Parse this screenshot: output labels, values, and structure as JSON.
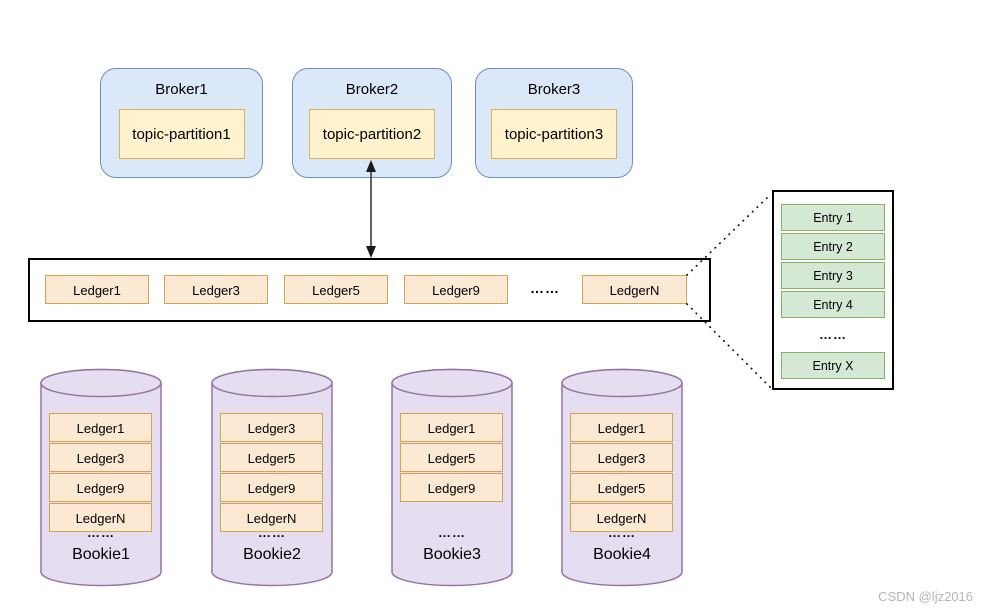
{
  "brokers": [
    {
      "label": "Broker1",
      "partition": "topic-partition1"
    },
    {
      "label": "Broker2",
      "partition": "topic-partition2"
    },
    {
      "label": "Broker3",
      "partition": "topic-partition3"
    }
  ],
  "ledger_strip": {
    "items": [
      "Ledger1",
      "Ledger3",
      "Ledger5",
      "Ledger9"
    ],
    "ellipsis": "……",
    "last": "LedgerN"
  },
  "entry_panel": {
    "items": [
      "Entry 1",
      "Entry 2",
      "Entry 3",
      "Entry 4"
    ],
    "ellipsis": "……",
    "last": "Entry X"
  },
  "bookies": [
    {
      "label": "Bookie1",
      "ledgers": [
        "Ledger1",
        "Ledger3",
        "Ledger9",
        "LedgerN"
      ],
      "ellipsis": "……"
    },
    {
      "label": "Bookie2",
      "ledgers": [
        "Ledger3",
        "Ledger5",
        "Ledger9",
        "LedgerN"
      ],
      "ellipsis": "……"
    },
    {
      "label": "Bookie3",
      "ledgers": [
        "Ledger1",
        "Ledger5",
        "Ledger9"
      ],
      "ellipsis": "……"
    },
    {
      "label": "Bookie4",
      "ledgers": [
        "Ledger1",
        "Ledger3",
        "Ledger5",
        "LedgerN"
      ],
      "ellipsis": "……"
    }
  ],
  "watermark": "CSDN @ljz2016",
  "colors": {
    "broker_fill": "#dbe8fa",
    "broker_stroke": "#6c8ebf",
    "partition_fill": "#fff2cc",
    "partition_stroke": "#d6b656",
    "ledger_fill": "#fbe9d3",
    "ledger_stroke": "#d3a44f",
    "entry_fill": "#d5e8d4",
    "entry_stroke": "#82b366",
    "bookie_fill": "#e5def0",
    "bookie_stroke": "#9673a6",
    "connector": "#000000"
  }
}
